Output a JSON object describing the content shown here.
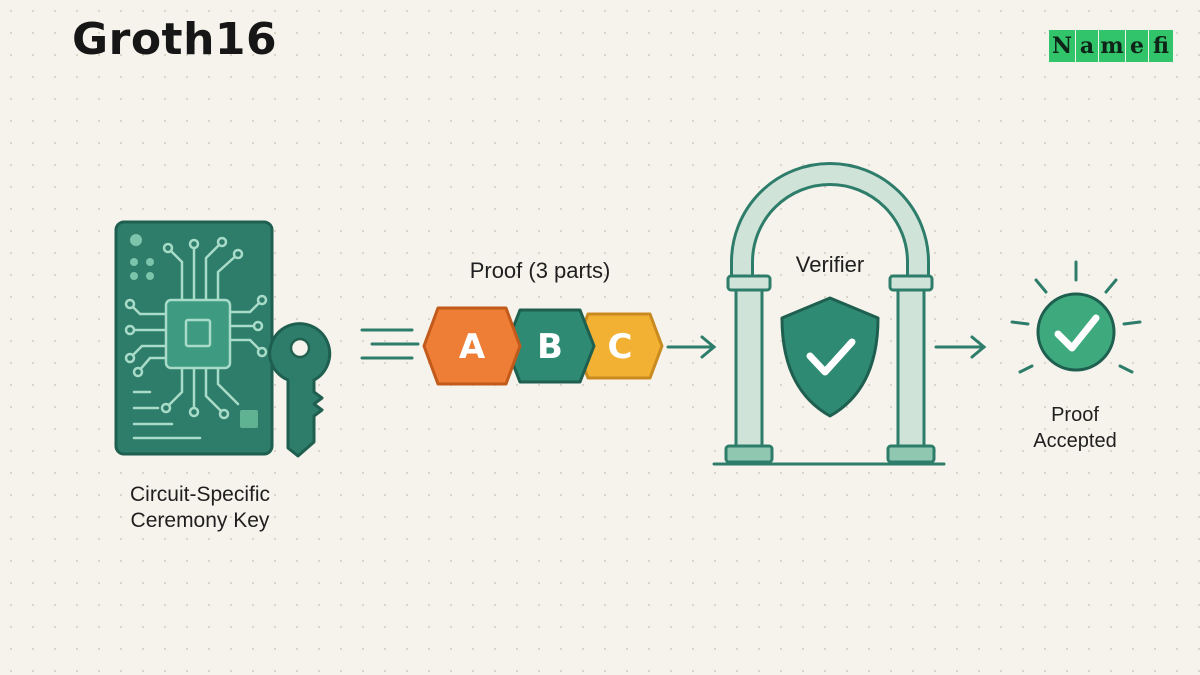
{
  "title": "Groth16",
  "logo": {
    "text": "Namefi",
    "letters": [
      "N",
      "a",
      "m",
      "e",
      "fi"
    ]
  },
  "key_card": {
    "label_line1": "Circuit-Specific",
    "label_line2": "Ceremony Key"
  },
  "proof": {
    "label": "Proof (3 parts)",
    "parts": [
      "A",
      "B",
      "C"
    ]
  },
  "verifier": {
    "label": "Verifier"
  },
  "result": {
    "label_line1": "Proof",
    "label_line2": "Accepted"
  },
  "colors": {
    "background": "#f6f3ec",
    "teal": "#2e7d6b",
    "teal_dark": "#1f5f50",
    "green": "#3ea97c",
    "orange": "#ee7d35",
    "amber": "#f2b133",
    "logo_green": "#32c46a"
  }
}
